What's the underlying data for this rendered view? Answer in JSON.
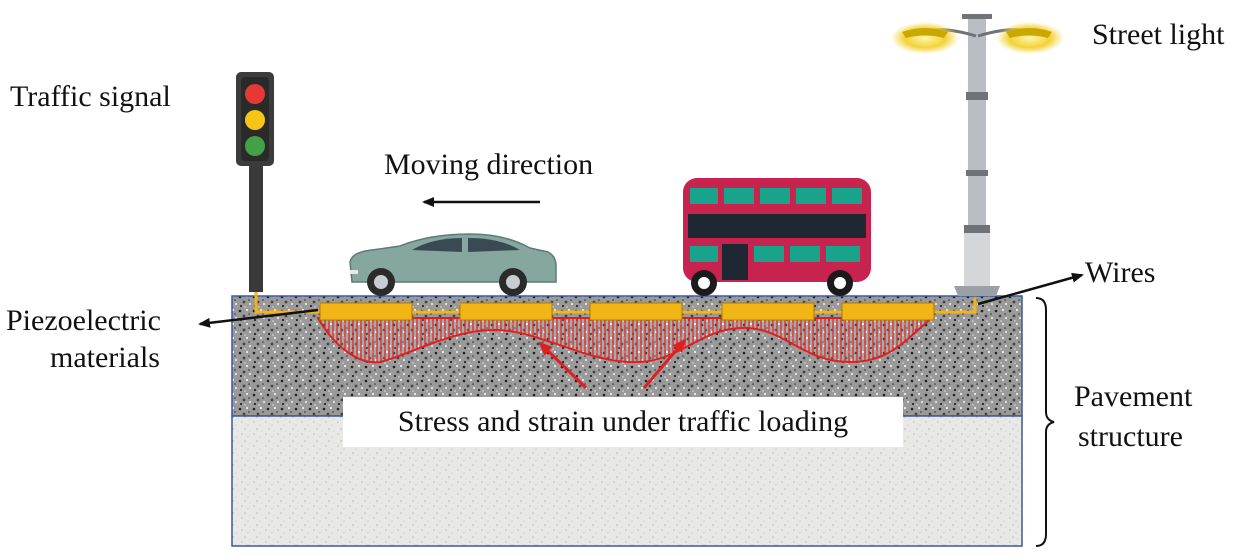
{
  "labels": {
    "traffic_signal": "Traffic signal",
    "street_light": "Street light",
    "moving_direction": "Moving direction",
    "wires": "Wires",
    "piezo_line1": "Piezoelectric",
    "piezo_line2": "materials",
    "pavement_line1": "Pavement",
    "pavement_line2": "structure",
    "stress_strain": "Stress and strain under traffic loading"
  },
  "colors": {
    "surface_layer": "#9a9a9a",
    "base_layer": "#e8e8e6",
    "layer_border": "#3a5a9a",
    "piezo_fill": "#f2b516",
    "stress_line": "#e02020",
    "wire": "#f2b516",
    "bus_body": "#c8234f",
    "bus_window": "#19a38b",
    "car_body": "#86a6a0",
    "signal_red": "#e53935",
    "signal_yellow": "#f5c518",
    "signal_green": "#43a047",
    "lamp_glow": "#f3d23a"
  },
  "icons": [
    "traffic-light-icon",
    "street-light-icon",
    "car-icon",
    "bus-icon",
    "arrow-icon"
  ]
}
